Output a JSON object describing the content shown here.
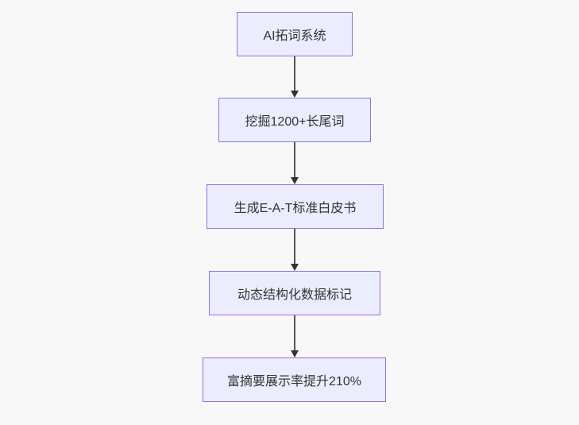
{
  "diagram": {
    "type": "flowchart",
    "direction": "top-down",
    "nodes": [
      {
        "id": "n1",
        "label": "AI拓词系统"
      },
      {
        "id": "n2",
        "label": "挖掘1200+长尾词"
      },
      {
        "id": "n3",
        "label": "生成E-A-T标准白皮书"
      },
      {
        "id": "n4",
        "label": "动态结构化数据标记"
      },
      {
        "id": "n5",
        "label": "富摘要展示率提升210%"
      }
    ],
    "edges": [
      {
        "from": "n1",
        "to": "n2",
        "arrow": "down"
      },
      {
        "from": "n2",
        "to": "n3",
        "arrow": "down"
      },
      {
        "from": "n3",
        "to": "n4",
        "arrow": "down"
      },
      {
        "from": "n4",
        "to": "n5",
        "arrow": "down"
      }
    ],
    "colors": {
      "node_fill": "#ECECFF",
      "node_border": "#9370DB",
      "edge_line": "#555555",
      "arrowhead": "#333333",
      "text": "#333333",
      "background": "#f8f8f8"
    }
  }
}
